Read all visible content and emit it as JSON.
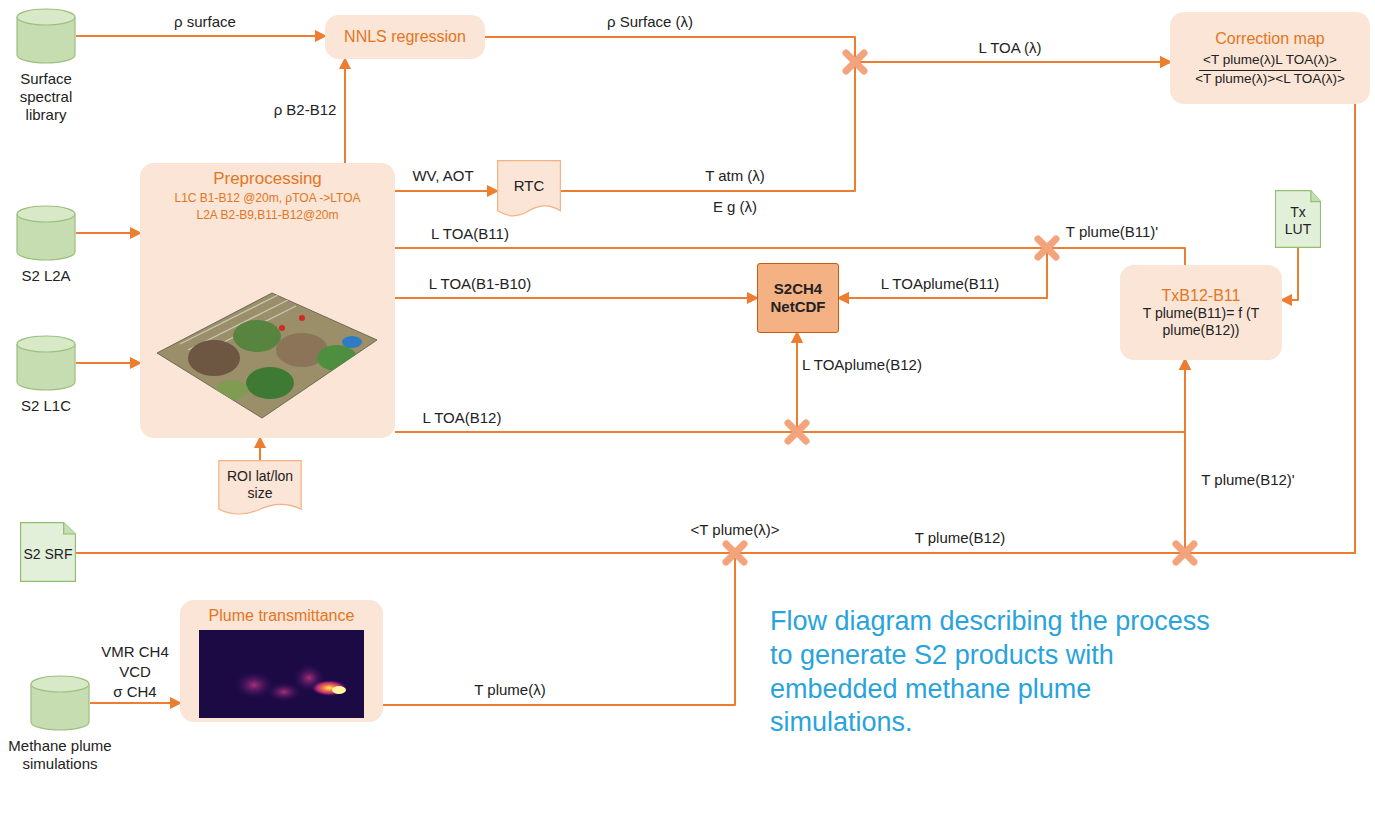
{
  "diagram": {
    "caption": "Flow diagram describing the process to generate S2 products with embedded methane plume simulations.",
    "nodes": [
      {
        "text": [
          "Surface spectral library"
        ]
      },
      {
        "text": [
          "S2 L2A"
        ]
      },
      {
        "text": [
          "S2 L1C"
        ]
      },
      {
        "text": [
          "Methane plume simulations"
        ]
      },
      {
        "text": [
          "NNLS regression"
        ]
      },
      {
        "text": [
          "RTC"
        ]
      },
      {
        "text": [
          "Correction map",
          "<T plume(λ)L TOA(λ)>",
          "<T plume(λ)><L TOA(λ)>"
        ]
      },
      {
        "text": [
          "Preprocessing",
          "L1C B1-B12 @20m, ρTOA ->LTOA",
          "L2A B2-B9,B11-B12@20m"
        ]
      },
      {
        "text": [
          "ROI lat/lon size"
        ]
      },
      {
        "text": [
          "S2CH4 NetCDF"
        ]
      },
      {
        "text": [
          "Tx LUT"
        ]
      },
      {
        "text": [
          "TxB12-B11",
          "T plume(B11)= f (T plume(B12))"
        ]
      },
      {
        "text": [
          "S2 SRF"
        ]
      },
      {
        "text": [
          "Plume transmittance"
        ]
      }
    ],
    "edges": [
      {
        "from": 0,
        "to": 4,
        "arrow": "to",
        "label": "ρ surface"
      },
      {
        "from": 7,
        "to": 4,
        "arrow": "to",
        "label": "ρ B2-B12"
      },
      {
        "from": 7,
        "to": 5,
        "arrow": "to",
        "label": "WV, AOT"
      },
      {
        "from": 4,
        "to": 6,
        "arrow": "to",
        "label": "ρ Surface (λ)"
      },
      {
        "from": 5,
        "to": 6,
        "arrow": "to",
        "label": "T atm (λ)"
      },
      {
        "from": 1,
        "to": 7,
        "arrow": "to"
      },
      {
        "from": 2,
        "to": 7,
        "arrow": "to"
      },
      {
        "from": 8,
        "to": 7,
        "arrow": "to"
      },
      {
        "from": 7,
        "to": 9,
        "arrow": "to",
        "label": "L TOA(B11)"
      },
      {
        "from": 7,
        "to": 9,
        "arrow": "to",
        "label": "L TOA(B1-B10)"
      },
      {
        "from": 7,
        "to": 9,
        "arrow": "to",
        "label": "L TOA(B12)"
      },
      {
        "from": 11,
        "to": 9,
        "arrow": "to",
        "label": "T plume(B11)'"
      },
      {
        "from": 12,
        "to": 11,
        "arrow": "to"
      },
      {
        "from": 13,
        "to": 11,
        "arrow": "to",
        "label": "T plume(λ)"
      },
      {
        "from": 6,
        "to": 11,
        "arrow": "to",
        "label": "T plume(B12)'"
      },
      {
        "from": 6,
        "to": 9,
        "arrow": "to"
      },
      {
        "from": 10,
        "to": 11,
        "arrow": "to"
      },
      {
        "from": 3,
        "to": 13,
        "arrow": "to",
        "label": "VCD"
      }
    ],
    "labels": [
      "E g (λ)",
      "L TOA (λ)",
      "L TOAplume(B11)",
      "L TOAplume(B12)",
      "<T plume(λ)>",
      "T plume(B12)",
      "VMR CH4",
      "σ CH4"
    ]
  }
}
